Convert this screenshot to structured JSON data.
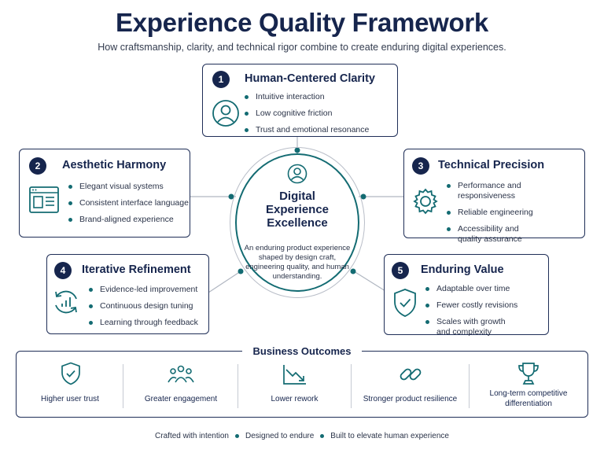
{
  "header": {
    "title": "Experience Quality Framework",
    "subtitle": "How craftsmanship, clarity, and technical rigor combine to create enduring digital experiences."
  },
  "center": {
    "title_lines": [
      "Digital",
      "Experience",
      "Excellence"
    ],
    "description": "An enduring product experience shaped by design craft, engineering quality, and human understanding.",
    "icon": "person-icon"
  },
  "pillars": [
    {
      "number": "1",
      "title": "Human-Centered Clarity",
      "icon": "person-icon",
      "points": [
        "Intuitive interaction",
        "Low cognitive friction",
        "Trust and emotional resonance"
      ]
    },
    {
      "number": "2",
      "title": "Aesthetic Harmony",
      "icon": "interface-layout-icon",
      "points": [
        "Elegant visual systems",
        "Consistent interface language",
        "Brand-aligned experience"
      ]
    },
    {
      "number": "3",
      "title": "Technical Precision",
      "icon": "gear-icon",
      "points": [
        "Performance and responsiveness",
        "Reliable engineering",
        "Accessibility and quality assurance"
      ]
    },
    {
      "number": "4",
      "title": "Iterative Refinement",
      "icon": "refresh-chart-icon",
      "points": [
        "Evidence-led improvement",
        "Continuous design tuning",
        "Learning through feedback"
      ]
    },
    {
      "number": "5",
      "title": "Enduring Value",
      "icon": "shield-check-icon",
      "points": [
        "Adaptable over time",
        "Fewer costly revisions",
        "Scales with growth and complexity"
      ]
    }
  ],
  "outcomes": {
    "heading": "Business Outcomes",
    "items": [
      {
        "label": "Higher user trust",
        "icon": "shield-check-icon"
      },
      {
        "label": "Greater engagement",
        "icon": "users-icon"
      },
      {
        "label": "Lower rework",
        "icon": "trend-down-icon"
      },
      {
        "label": "Stronger product resilience",
        "icon": "link-icon"
      },
      {
        "label": "Long-term competitive differentiation",
        "icon": "trophy-icon"
      }
    ]
  },
  "footer": {
    "items": [
      "Crafted with intention",
      "Designed to endure",
      "Built to elevate human experience"
    ]
  },
  "colors": {
    "navy": "#16254d",
    "teal": "#136b72",
    "border": "#1f2e57",
    "ring": "#b9bec8"
  }
}
